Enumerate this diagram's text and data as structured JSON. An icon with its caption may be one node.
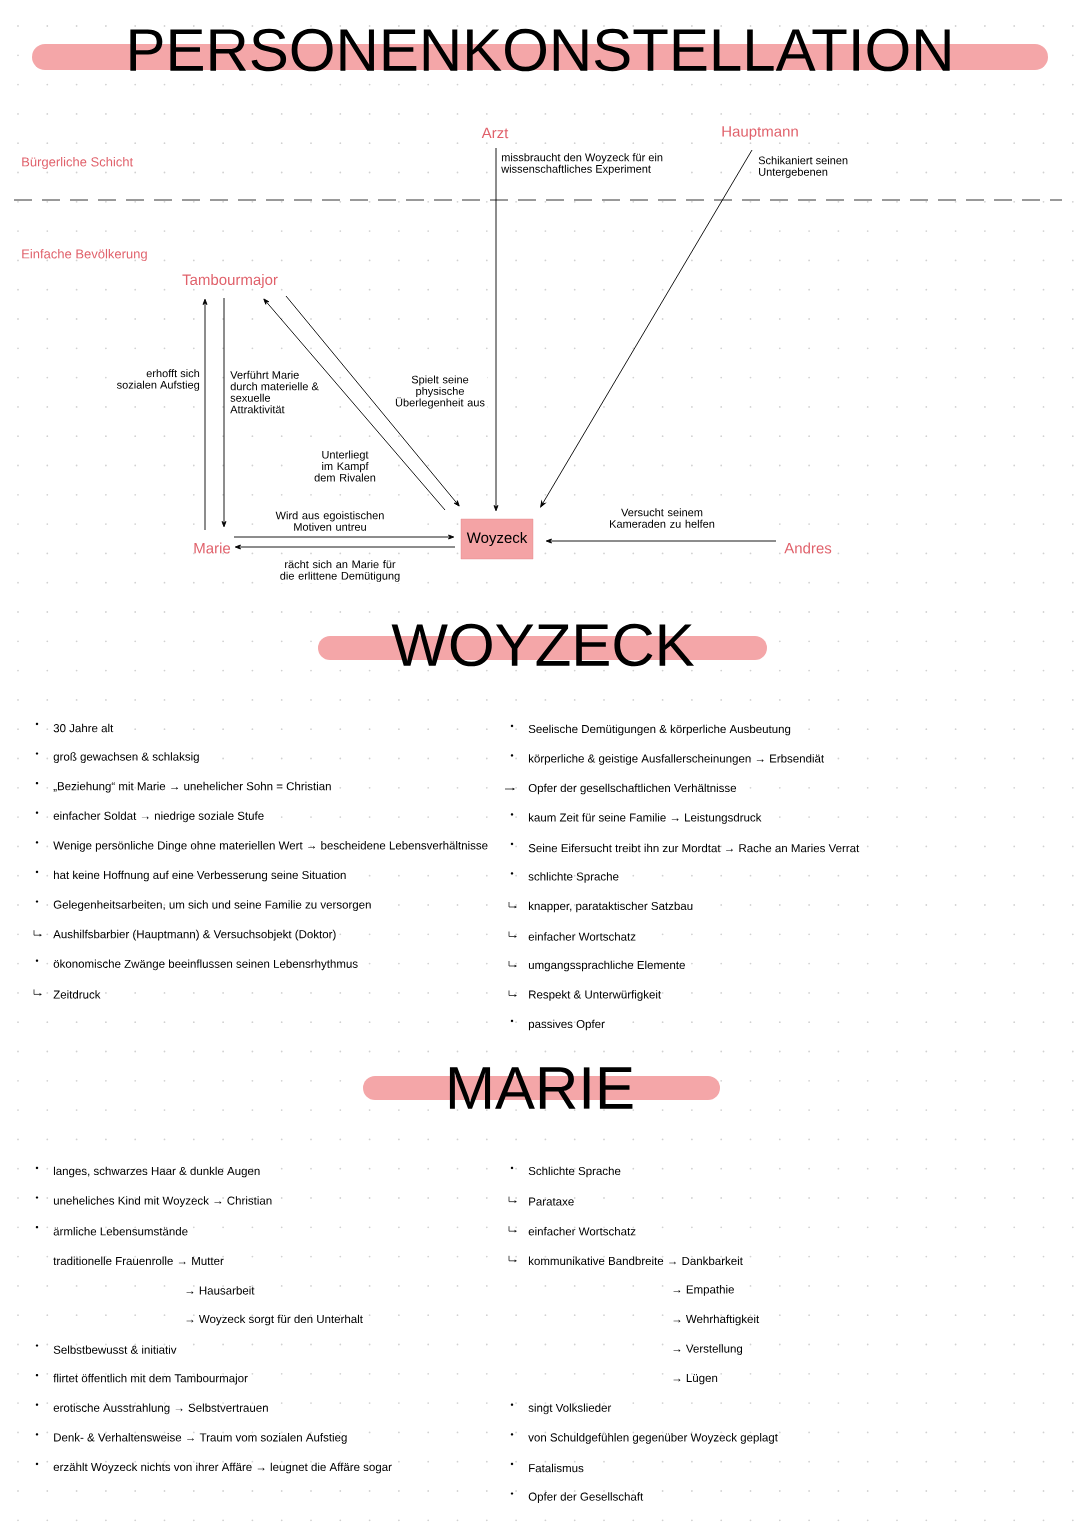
{
  "diagram": {
    "title": "PERSONENKONSTELLATION",
    "nodes": [
      {
        "text": [
          "Arzt"
        ]
      },
      {
        "text": [
          "Hauptmann"
        ]
      },
      {
        "text": [
          "Tambourmajor"
        ]
      },
      {
        "text": [
          "Marie"
        ]
      },
      {
        "text": [
          "Woyzeck"
        ]
      },
      {
        "text": [
          "Andres"
        ]
      }
    ],
    "edges": [
      {
        "from": 3,
        "to": 2,
        "arrow": "to",
        "label": "erhofft sich sozialen Aufstieg"
      },
      {
        "from": 2,
        "to": 3,
        "arrow": "to",
        "label": "Verführt Marie durch materielle & sexuelle Attraktivität"
      },
      {
        "from": 2,
        "to": 4,
        "arrow": "to",
        "label": "Spielt seine physische Überlegenheit aus"
      },
      {
        "from": 4,
        "to": 2,
        "arrow": "to",
        "label": "Unterliegt im Kampf dem Rivalen"
      },
      {
        "from": 0,
        "to": 4,
        "arrow": "to",
        "label": "missbraucht den Woyzeck für ein wissenschaftliches Experiment"
      },
      {
        "from": 1,
        "to": 4,
        "arrow": "to",
        "label": "Schikaniert seinen Untergebenen"
      },
      {
        "from": 3,
        "to": 4,
        "arrow": "to",
        "label": "Wird aus egoistischen Motiven untreu"
      },
      {
        "from": 4,
        "to": 3,
        "arrow": "to",
        "label": "rächt sich an Marie für die erlittene Demütigung"
      },
      {
        "from": 5,
        "to": 4,
        "arrow": "to",
        "label": "Versucht seinem Kameraden zu helfen"
      }
    ],
    "labels": [
      "Bürgerliche Schicht",
      "Einfache Bevölkerung",
      "WOYZECK",
      "30 Jahre alt",
      "groß gewachsen & schlaksig",
      "„Beziehung“ mit Marie → unehelicher Sohn = Christian",
      "einfacher Soldat → niedrige soziale Stufe",
      "Wenige persönliche Dinge ohne materiellen Wert → bescheidene Lebensverhältnisse",
      "hat keine Hoffnung auf eine Verbesserung seine Situation",
      "Gelegenheitsarbeiten, um sich und seine Familie zu versorgen",
      "Aushilfsbarbier (Hauptmann) & Versuchsobjekt (Doktor)",
      "ökonomische Zwänge beeinflussen seinen Lebensrhythmus",
      "Zeitdruck",
      "Seelische Demütigungen & körperliche Ausbeutung",
      "körperliche & geistige Ausfallerscheinungen → Erbsendiät",
      "Opfer der gesellschaftlichen Verhältnisse",
      "kaum Zeit für seine Familie → Leistungsdruck",
      "Seine Eifersucht treibt ihn zur Mordtat → Rache an Maries Verrat",
      "schlichte Sprache",
      "knapper, parataktischer Satzbau",
      "einfacher Wortschatz",
      "umgangssprachliche Elemente",
      "Respekt & Unterwürfigkeit",
      "passives Opfer",
      "MARIE",
      "langes, schwarzes Haar & dunkle Augen",
      "uneheliches Kind mit Woyzeck → Christian",
      "ärmliche Lebensumstände",
      "traditionelle Frauenrolle → Mutter",
      "→ Hausarbeit",
      "→ Woyzeck sorgt für den Unterhalt",
      "Selbstbewusst & initiativ",
      "flirtet öffentlich mit dem Tambourmajor",
      "erotische Ausstrahlung → Selbstvertrauen",
      "Denk- & Verhaltensweise → Traum vom sozialen Aufstieg",
      "erzählt Woyzeck nichts von ihrer Affäre → leugnet die Affäre sogar",
      "Schlichte Sprache",
      "Parataxe",
      "einfacher Wortschatz",
      "kommunikative Bandbreite → Dankbarkeit",
      "→ Empathie",
      "→ Wehrhaftigkeit",
      "→ Verstellung",
      "→ Lügen",
      "singt Volkslieder",
      "von Schuldgefühlen gegenüber Woyzeck geplagt",
      "Fatalismus",
      "Opfer der Gesellschaft"
    ]
  }
}
